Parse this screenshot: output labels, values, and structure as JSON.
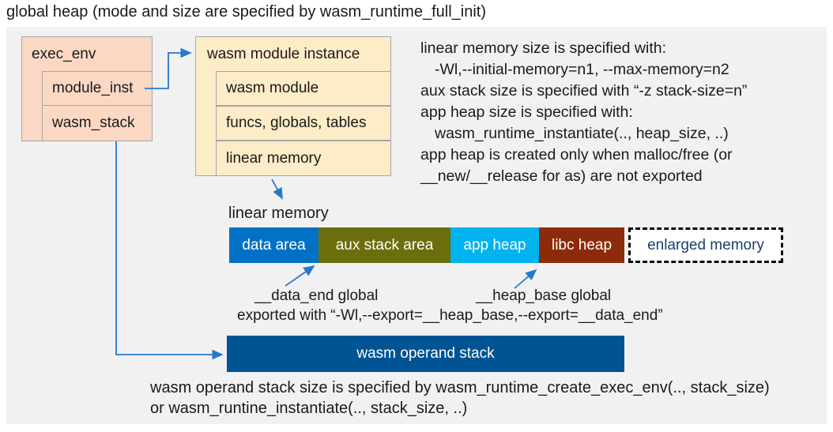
{
  "title": "global heap (mode and size are specified by wasm_runtime_full_init)",
  "exec_env": {
    "title": "exec_env",
    "rows": [
      {
        "label": "module_inst"
      },
      {
        "label": "wasm_stack"
      }
    ]
  },
  "module_instance": {
    "title": "wasm module instance",
    "rows": [
      {
        "label": "wasm module"
      },
      {
        "label": "funcs, globals, tables"
      },
      {
        "label": "linear memory"
      }
    ]
  },
  "notes_right": {
    "lines": [
      {
        "text": "linear memory size is specified with:"
      },
      {
        "text": "-Wl,--initial-memory=n1, --max-memory=n2"
      },
      {
        "text": "aux stack size is specified with “-z stack-size=n”"
      },
      {
        "text": "app heap size is specified with:"
      },
      {
        "text": "wasm_runtime_instantiate(.., heap_size, ..)"
      },
      {
        "text": "app heap is created only when malloc/free (or"
      },
      {
        "text": "__new/__release for as) are not exported"
      }
    ]
  },
  "linear_memory": {
    "label": "linear memory",
    "segments": [
      {
        "label": "data area",
        "color": "#0071c5"
      },
      {
        "label": "aux stack area",
        "color": "#6c6e0b"
      },
      {
        "label": "app heap",
        "color": "#00b2ee"
      },
      {
        "label": "libc heap",
        "color": "#8c2b0a"
      },
      {
        "label": "enlarged memory",
        "color": "#ffffff"
      }
    ]
  },
  "annotations": {
    "data_end": "__data_end global",
    "heap_base": "__heap_base global",
    "exported": "exported with “-Wl,--export=__heap_base,--export=__data_end”"
  },
  "operand_stack": {
    "label": "wasm operand stack",
    "color": "#005493"
  },
  "notes_bottom": {
    "lines": [
      "wasm operand stack size is specified by wasm_runtime_create_exec_env(.., stack_size)",
      "or wasm_runtine_instantiate(.., stack_size, ..)"
    ]
  },
  "colors": {
    "panel_bg": "#f1f1f2",
    "exec_env_fill": "#fbd8c4",
    "module_fill": "#fcecc8",
    "box_border": "#a6a6a6",
    "arrow": "#2579cb",
    "enlarged_text": "#1b3e6d"
  }
}
